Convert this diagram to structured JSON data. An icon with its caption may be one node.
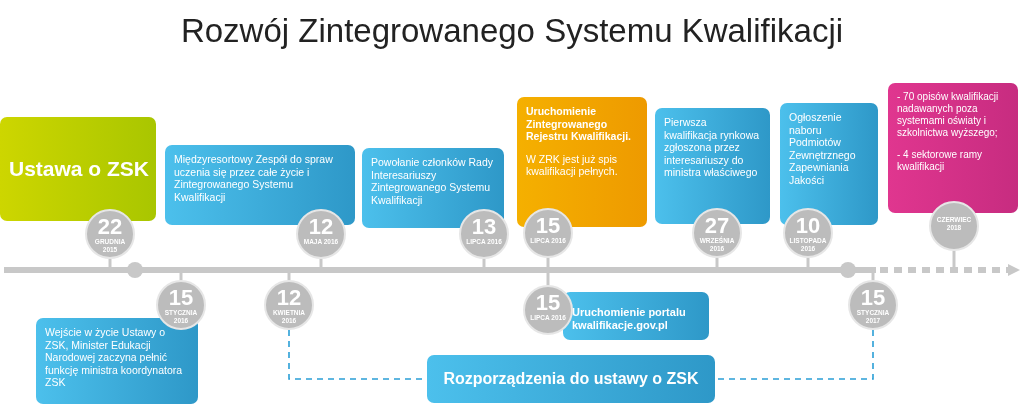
{
  "diagram": {
    "title": "Rozwój Zintegrowanego Systemu Kwalifikacji",
    "nodes": [
      {
        "text": [
          "Ustawa o ZSK"
        ]
      },
      {
        "text": [
          "22",
          "GRUDNIA 2015"
        ]
      },
      {
        "text": [
          "Międzyresortowy Zespół do spraw uczenia się przez całe życie i Zintegrowanego Systemu Kwalifikacji"
        ]
      },
      {
        "text": [
          "12",
          "MAJA 2016"
        ]
      },
      {
        "text": [
          "Powołanie członków Rady Interesariuszy Zintegrowanego Systemu Kwalifikacji"
        ]
      },
      {
        "text": [
          "13",
          "LIPCA 2016"
        ]
      },
      {
        "text": [
          "Uruchomienie Zintegrowanego Rejestru Kwalifikacji.",
          "W ZRK jest już spis kwalifikacji pełnych."
        ]
      },
      {
        "text": [
          "15",
          "LIPCA 2016"
        ]
      },
      {
        "text": [
          "Pierwsza kwalifikacja rynkowa zgłoszona przez interesariuszy do ministra właściwego"
        ]
      },
      {
        "text": [
          "27",
          "WRZEŚNIA 2016"
        ]
      },
      {
        "text": [
          "Ogłoszenie naboru Podmiotów Zewnętrznego Zapewniania Jakości"
        ]
      },
      {
        "text": [
          "10",
          "LISTOPADA 2016"
        ]
      },
      {
        "text": [
          "- 70 opisów kwalifikacji nadawanych poza systemami oświaty i szkolnictwa wyższego;",
          "- 4 sektorowe ramy kwalifikacji"
        ]
      },
      {
        "text": [
          "CZERWIEC 2018"
        ]
      },
      {
        "text": [
          "15",
          "STYCZNIA 2016"
        ]
      },
      {
        "text": [
          "Wejście w życie Ustawy o ZSK, Minister Edukacji Narodowej zaczyna pełnić funkcję ministra koordynatora ZSK"
        ]
      },
      {
        "text": [
          "12",
          "KWIETNIA 2016"
        ]
      },
      {
        "text": [
          "15",
          "LIPCA 2016"
        ]
      },
      {
        "text": [
          "Uruchomienie portalu kwalifikacje.gov.pl"
        ]
      },
      {
        "text": [
          "15",
          "STYCZNIA 2017"
        ]
      },
      {
        "text": [
          "Rozporządzenia do ustawy o ZSK"
        ]
      },
      {
        "text": [],
        "shape": "bar"
      }
    ],
    "edges": [
      {
        "from": 1,
        "to": 21,
        "arrow": "none"
      },
      {
        "from": 3,
        "to": 21,
        "arrow": "none"
      },
      {
        "from": 5,
        "to": 21,
        "arrow": "none"
      },
      {
        "from": 7,
        "to": 21,
        "arrow": "none"
      },
      {
        "from": 9,
        "to": 21,
        "arrow": "none"
      },
      {
        "from": 11,
        "to": 21,
        "arrow": "none"
      },
      {
        "from": 13,
        "to": 21,
        "arrow": "none"
      },
      {
        "from": 14,
        "to": 21,
        "arrow": "none"
      },
      {
        "from": 16,
        "to": 21,
        "arrow": "none"
      },
      {
        "from": 17,
        "to": 21,
        "arrow": "none"
      },
      {
        "from": 19,
        "to": 21,
        "arrow": "none"
      },
      {
        "from": 16,
        "to": 20,
        "arrow": "none",
        "style": "dashed",
        "color": "#2a9fd6"
      },
      {
        "from": 19,
        "to": 20,
        "arrow": "none",
        "style": "dashed",
        "color": "#2a9fd6"
      }
    ]
  }
}
